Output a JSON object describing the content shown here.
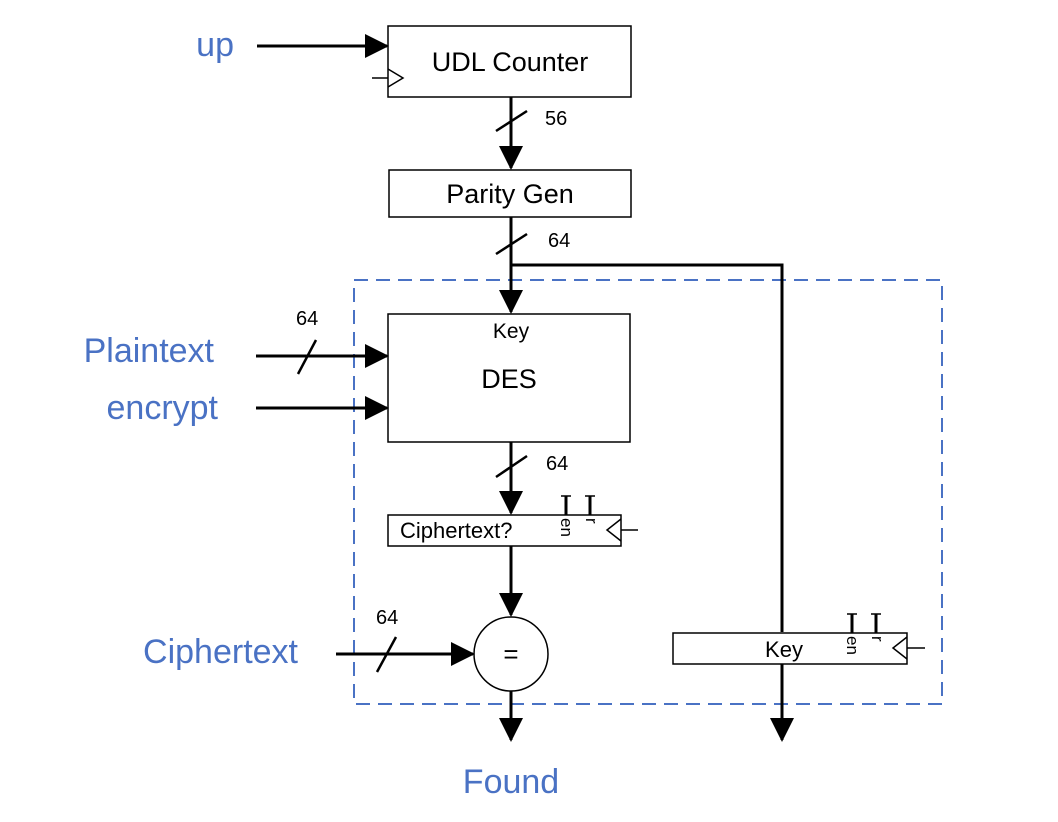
{
  "inputs": {
    "up": "up",
    "plaintext": "Plaintext",
    "encrypt": "encrypt",
    "ciphertext": "Ciphertext"
  },
  "output": {
    "found": "Found"
  },
  "blocks": {
    "counter": "UDL Counter",
    "parity_gen": "Parity Gen",
    "des_key_port": "Key",
    "des": "DES",
    "ciphertext_reg": "Ciphertext?",
    "compare": "=",
    "key_reg": "Key"
  },
  "register_pins": {
    "enable": "en",
    "reset": "r"
  },
  "bus_widths": {
    "counter_out": "56",
    "parity_out": "64",
    "plaintext_in": "64",
    "des_out": "64",
    "ciphertext_in": "64"
  },
  "colors": {
    "external_label": "#4a72c4",
    "dashed_border": "#4a72c4",
    "wire": "#000000"
  }
}
